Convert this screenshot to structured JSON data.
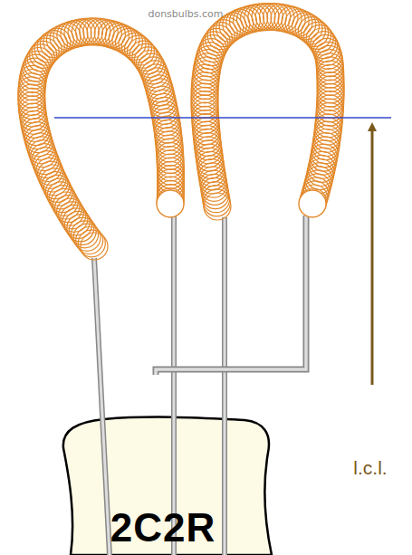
{
  "diagram": {
    "labels": [
      "donsbulbs.com",
      "l.c.l.",
      "2C2R"
    ]
  }
}
